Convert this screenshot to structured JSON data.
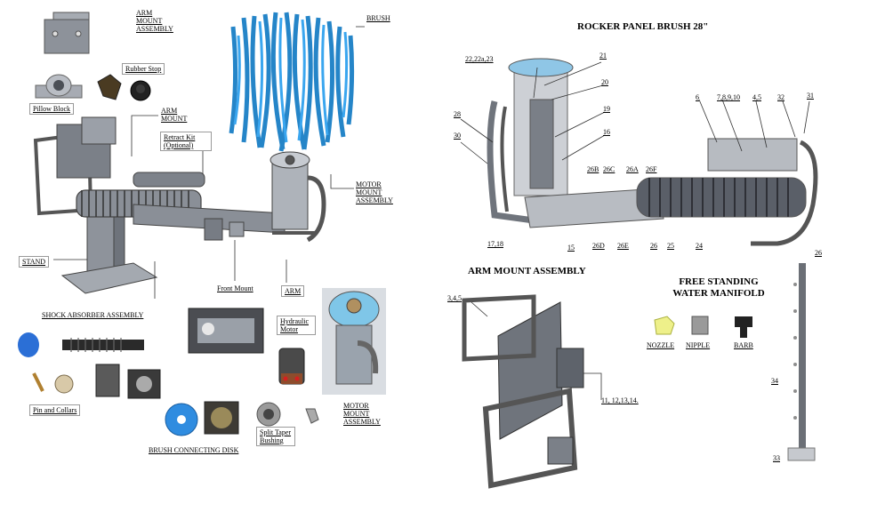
{
  "left": {
    "arm_mount_assembly": "ARM MOUNT ASSEMBLY",
    "brush": "BRUSH",
    "rubber_stop": "Rubber Stop",
    "pillow_block": "Pillow Block",
    "arm_mount": "ARM MOUNT",
    "retract_kit": "Retract Kit (Optional)",
    "motor_mount_assembly": "MOTOR MOUNT ASSEMBLY",
    "stand": "STAND",
    "front_mount": "Front Mount",
    "arm": "ARM",
    "shock_absorber_assembly": "SHOCK ABSORBER ASSEMBLY",
    "hydraulic_motor": "Hydraulic Motor",
    "pin_and_collars": "Pin and Collars",
    "motor_mount_assembly_2": "MOTOR MOUNT ASSEMBLY",
    "split_taper_bushing": "Split Taper Bushing",
    "brush_connecting_disk": "BRUSH CONNECTING DISK"
  },
  "right": {
    "title": "ROCKER PANEL BRUSH  28\"",
    "callouts": [
      "22,22a,23",
      "21",
      "20",
      "19",
      "16",
      "28",
      "30",
      "6",
      "7,8,9,10",
      "4,5",
      "32",
      "31",
      "26B",
      "26C",
      "26A",
      "26F",
      "17,18",
      "15",
      "26D",
      "26E",
      "26",
      "25",
      "24",
      "26"
    ],
    "arm_mount_title": "ARM MOUNT ASSEMBLY",
    "arm_mount_callouts": [
      "3,4,5",
      "11, 12,13,14."
    ],
    "manifold_title": "FREE STANDING WATER MANIFOLD",
    "nozzle": "NOZZLE",
    "nipple": "NIPPLE",
    "barb": "BARB",
    "manifold_callouts": [
      "34",
      "33"
    ]
  },
  "colors": {
    "brush_blue": "#1f8fd6",
    "steel": "#8a8f98",
    "dark_steel": "#5a5f68",
    "red_accent": "#d42020"
  }
}
